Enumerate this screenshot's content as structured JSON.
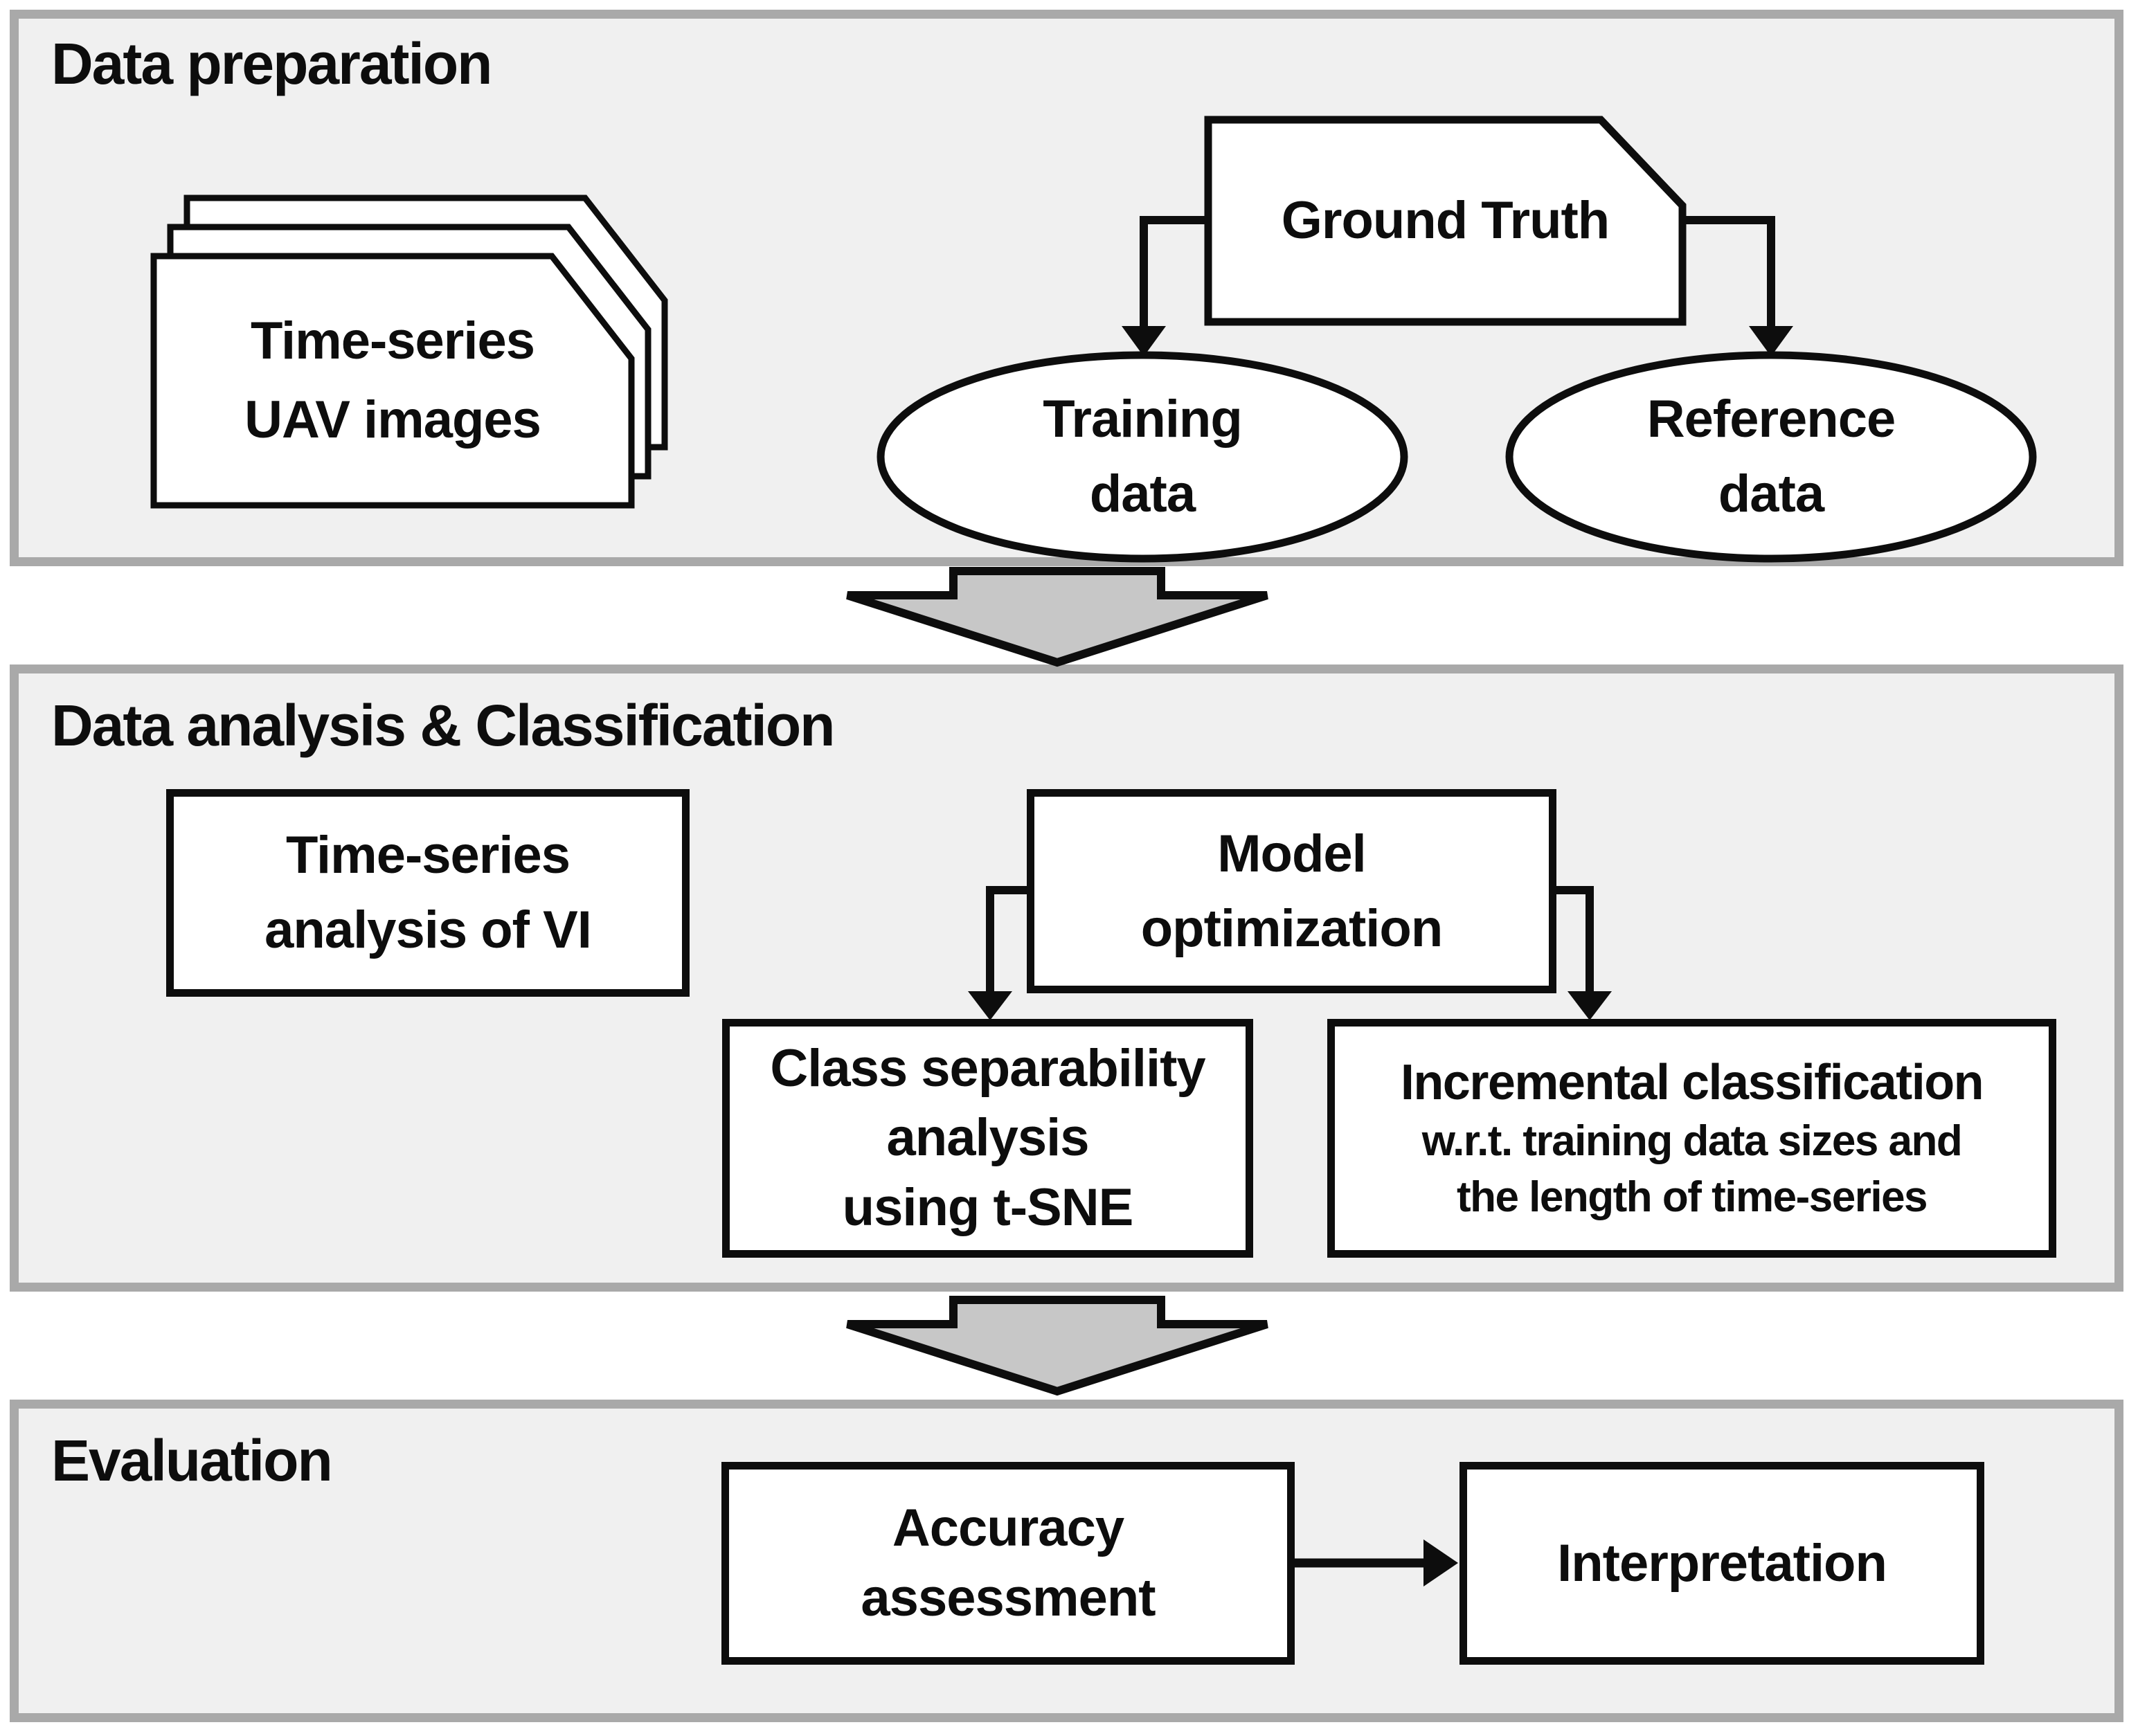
{
  "colors": {
    "page_bg": "#ffffff",
    "section_fill": "#f0f0f0",
    "section_border": "#a9a9a9",
    "node_fill": "#ffffff",
    "line_color": "#0d0d0d",
    "arrow_fill": "#c7c7c7",
    "text_color": "#0d0d0d"
  },
  "sections": {
    "preparation": {
      "title": "Data preparation"
    },
    "analysis": {
      "title": "Data analysis & Classification"
    },
    "evaluation": {
      "title": "Evaluation"
    }
  },
  "nodes": {
    "uav_card": {
      "lines": [
        "Time-series",
        "UAV images"
      ]
    },
    "ground_truth": {
      "label": "Ground Truth"
    },
    "training": {
      "lines": [
        "Training",
        "data"
      ]
    },
    "reference": {
      "lines": [
        "Reference",
        "data"
      ]
    },
    "ts_analysis": {
      "lines": [
        "Time-series",
        "analysis of VI"
      ]
    },
    "model_opt": {
      "lines": [
        "Model",
        "optimization"
      ]
    },
    "class_sep": {
      "lines": [
        "Class separability",
        "analysis",
        "using t-SNE"
      ]
    },
    "incremental": {
      "title": "Incremental classification",
      "sublines": [
        "w.r.t. training data sizes and",
        "the length of time-series"
      ]
    },
    "accuracy": {
      "lines": [
        "Accuracy",
        "assessment"
      ]
    },
    "interpretation": {
      "label": "Interpretation"
    }
  }
}
